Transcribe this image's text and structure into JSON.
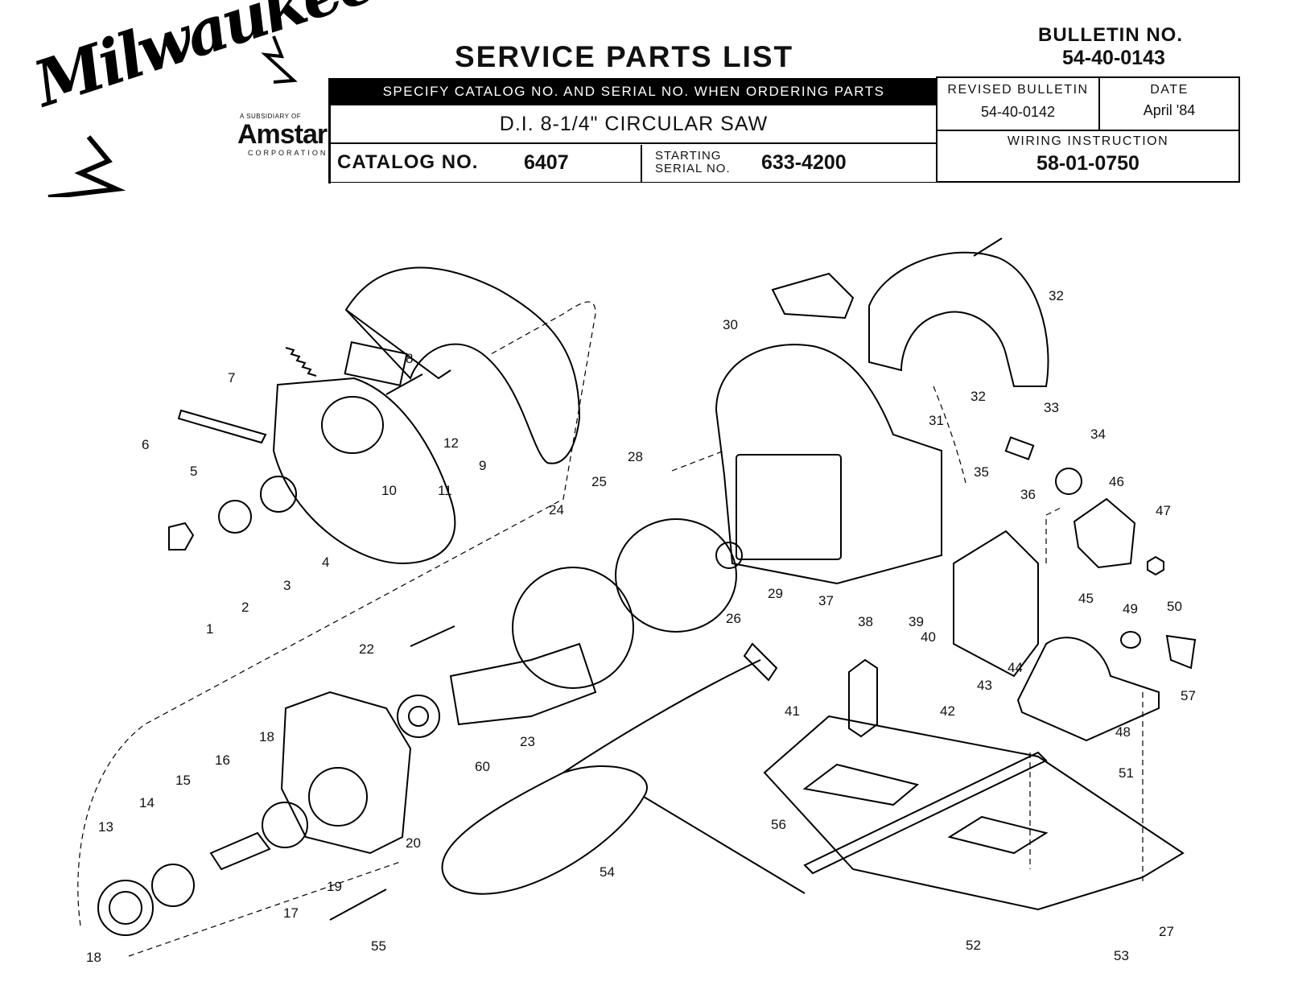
{
  "logo": {
    "brand": "Milwaukee",
    "subsidiary": "A SUBSIDIARY OF",
    "parent": "Amstar",
    "parent_suffix": "CORPORATION"
  },
  "header": {
    "title": "SERVICE PARTS LIST",
    "bulletin_label": "BULLETIN NO.",
    "bulletin_no": "54-40-0143",
    "specify": "SPECIFY CATALOG NO. AND SERIAL NO. WHEN ORDERING PARTS",
    "model": "D.I. 8-1/4\" CIRCULAR SAW",
    "catalog_label": "CATALOG NO.",
    "catalog_no": "6407",
    "starting_label_1": "STARTING",
    "starting_label_2": "SERIAL NO.",
    "serial_no": "633-4200",
    "revised_label": "REVISED BULLETIN",
    "revised_no": "54-40-0142",
    "date_label": "DATE",
    "date_value": "April '84",
    "wiring_label": "WIRING INSTRUCTION",
    "wiring_no": "58-01-0750"
  },
  "callouts": [
    "1",
    "2",
    "3",
    "4",
    "5",
    "6",
    "7",
    "8",
    "9",
    "10",
    "11",
    "12",
    "13",
    "14",
    "15",
    "16",
    "17",
    "18",
    "18",
    "19",
    "20",
    "22",
    "23",
    "24",
    "25",
    "26",
    "27",
    "28",
    "29",
    "30",
    "31",
    "32",
    "32",
    "33",
    "34",
    "35",
    "36",
    "37",
    "38",
    "39",
    "40",
    "41",
    "42",
    "43",
    "44",
    "45",
    "46",
    "47",
    "48",
    "49",
    "50",
    "51",
    "52",
    "53",
    "54",
    "55",
    "56",
    "57",
    "60"
  ]
}
